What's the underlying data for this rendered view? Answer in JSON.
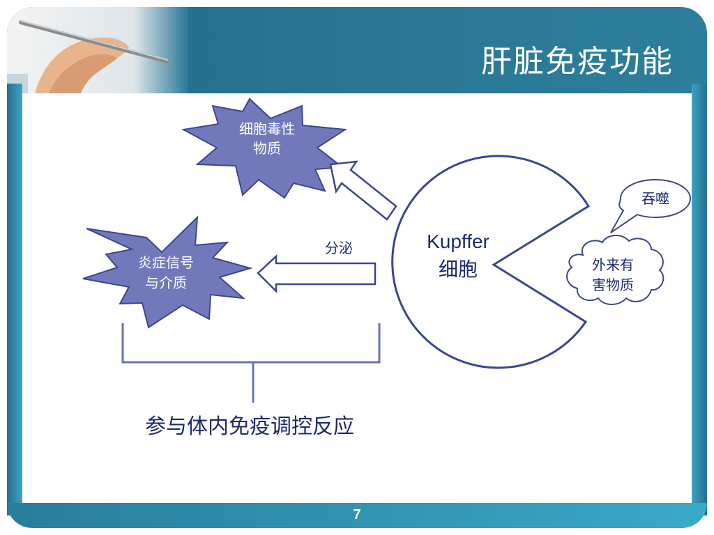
{
  "slide": {
    "title": "肝脏免疫功能",
    "page_number": "7"
  },
  "diagram": {
    "cytotoxic_line1": "细胞毒性",
    "cytotoxic_line2": "物质",
    "inflammatory_line1": "炎症信号",
    "inflammatory_line2": "与介质",
    "secrete_label": "分泌",
    "kupffer_line1": "Kupffer",
    "kupffer_line2": "细胞",
    "phagocytose_label": "吞噬",
    "foreign_line1": "外来有",
    "foreign_line2": "害物质",
    "immune_response": "参与体内免疫调控反应"
  },
  "colors": {
    "star_fill": "#7279bb",
    "outline": "#3b4590",
    "text_dark": "#1d2a6e",
    "header": "#1f6a8a",
    "frame": "#3aa3c4"
  }
}
